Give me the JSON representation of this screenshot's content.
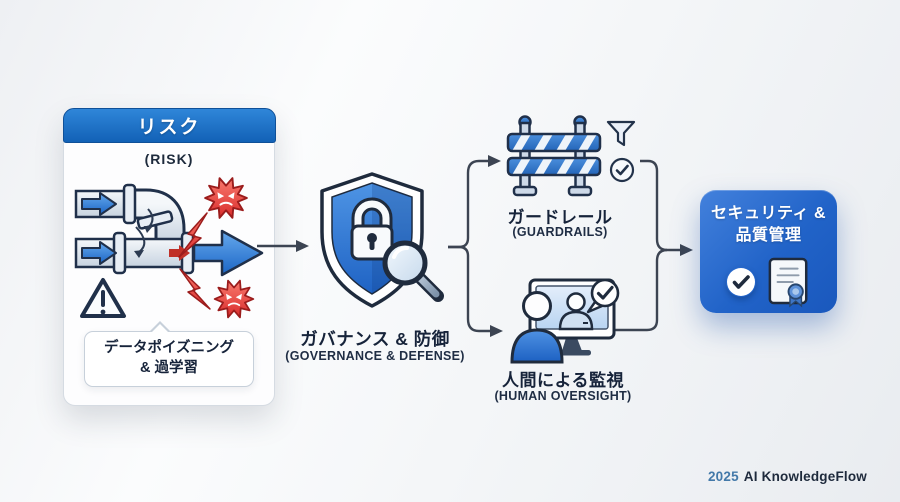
{
  "risk_card": {
    "title": "リスク",
    "subtitle": "(RISK)",
    "callout": {
      "line1": "データポイズニング",
      "line2": "& 過学習"
    }
  },
  "governance": {
    "title": "ガバナンス & 防御",
    "subtitle": "(GOVERNANCE & DEFENSE)"
  },
  "guardrails": {
    "title": "ガードレール",
    "subtitle": "(GUARDRAILS)"
  },
  "oversight": {
    "title": "人間による監視",
    "subtitle": "(HUMAN OVERSIGHT)"
  },
  "result_card": {
    "title_line1": "セキュリティ &",
    "title_line2": "品質管理"
  },
  "footer": {
    "year": "2025",
    "brand": "AI KnowledgeFlow"
  },
  "icons": {
    "pipeline-poisoning-icon": "pipes with injected malware",
    "virus-icon": "red spiky malware blob",
    "lightning-icon": "red attack bolt",
    "warning-triangle-icon": "⚠",
    "shield-lock-icon": "shield with padlock",
    "magnifier-icon": "🔍",
    "barrier-icon": "striped guardrail barrier",
    "funnel-icon": "filter funnel",
    "check-circle-icon": "✓",
    "monitor-person-icon": "human watching screen",
    "speech-check-icon": "approval bubble",
    "certificate-icon": "certificate with ribbon"
  },
  "colors": {
    "header_blue_top": "#2f86d9",
    "header_blue_bottom": "#1261b6",
    "result_blue": "#2163c8",
    "risk_red": "#d92b2b",
    "arrow_slate": "#3c4452",
    "navy_text": "#16233a"
  }
}
